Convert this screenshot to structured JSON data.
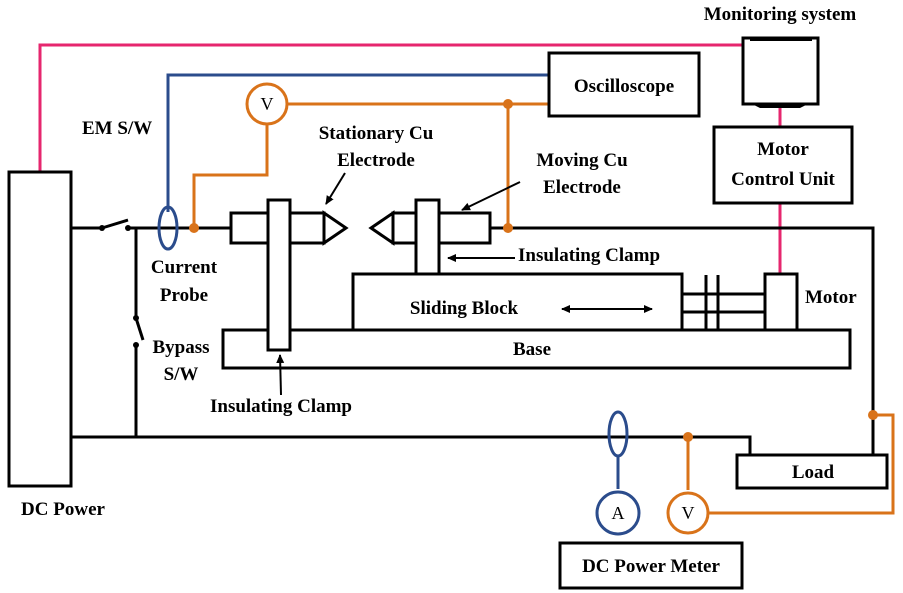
{
  "colors": {
    "monitor_wire": "#e6266e",
    "probe_wire": "#2b4c8c",
    "voltage_wire": "#d9731a",
    "power_wire": "#000000"
  },
  "labels": {
    "monitoring_system": "Monitoring system",
    "oscilloscope": "Oscilloscope",
    "motor_control_unit_line1": "Motor",
    "motor_control_unit_line2": "Control Unit",
    "em_sw": "EM S/W",
    "stationary_electrode_line1": "Stationary Cu",
    "stationary_electrode_line2": "Electrode",
    "moving_electrode_line1": "Moving Cu",
    "moving_electrode_line2": "Electrode",
    "insulating_clamp_top": "Insulating Clamp",
    "insulating_clamp_bottom": "Insulating Clamp",
    "current_probe_line1": "Current",
    "current_probe_line2": "Probe",
    "sliding_block": "Sliding Block",
    "base": "Base",
    "motor": "Motor",
    "bypass_sw_line1": "Bypass",
    "bypass_sw_line2": "S/W",
    "load": "Load",
    "dc_power": "DC Power",
    "dc_power_meter": "DC Power Meter",
    "voltmeter_top": "V",
    "voltmeter_bottom": "V",
    "ammeter": "A"
  }
}
